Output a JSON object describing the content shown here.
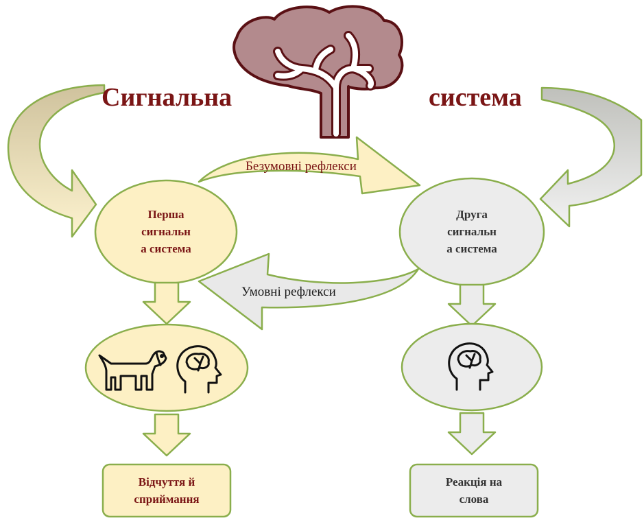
{
  "title": {
    "left": "Сигнальна",
    "right": "система"
  },
  "reflexes": {
    "unconditioned": "Безумовні рефлекси",
    "conditioned": "Умовні рефлекси"
  },
  "first_system": {
    "label": "Перша\nсигнальн\nа система",
    "outcome": "Відчуття й\nсприймання",
    "icons": [
      "dog-icon",
      "head-brain-icon"
    ]
  },
  "second_system": {
    "label": "Друга\nсигнальн\nа система",
    "outcome": "Реакція на\nслова",
    "icons": [
      "head-brain-icon"
    ]
  },
  "colors": {
    "title_red": "#7a1515",
    "brain_fill": "#b38a8d",
    "brain_stroke": "#5a1014",
    "yellow_fill": "#fdf0c4",
    "grey_fill": "#ececec",
    "green_stroke": "#8aae4c",
    "tan_arrow": "#cfc29d",
    "grey_arrow": "#c7c8c3"
  }
}
